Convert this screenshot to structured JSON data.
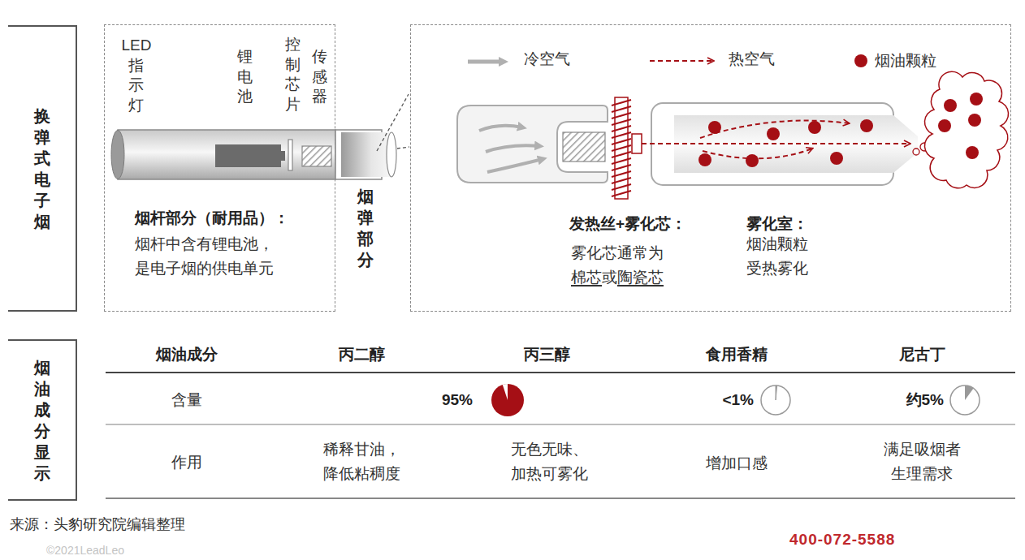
{
  "diagram": {
    "nodes": [
      {
        "text": [
          "换弹式电子烟"
        ]
      },
      {
        "text": [
          "烟杆部分（耐用品）：",
          "烟杆中含有锂电池， 是电子烟的供电单元"
        ]
      },
      {
        "text": [
          "发热丝+雾化芯：",
          "雾化芯通常为 棉芯或陶瓷芯",
          "雾化室：",
          "烟油颗粒 受热雾化"
        ]
      },
      {
        "text": [
          "烟油成分显示"
        ]
      }
    ],
    "labels": [
      "LED指示灯",
      "锂电池",
      "控制芯片",
      "传感器",
      "烟弹部分",
      "烟油成分",
      "丙二醇",
      "丙三醇",
      "食用香精",
      "尼古丁",
      "含量",
      "95%",
      "<1%",
      "约5%",
      "作用",
      "稀释甘油， 降低粘稠度",
      "无色无味、 加热可雾化",
      "增加口感",
      "满足吸烟者 生理需求",
      "来源：头豹研究院编辑整理",
      "©2021LeadLeo",
      "400-072-5588"
    ],
    "legend": [
      {
        "text": "冷空气"
      },
      {
        "text": "热空气"
      },
      {
        "text": "烟油颗粒",
        "color": "#a50f15"
      }
    ]
  }
}
